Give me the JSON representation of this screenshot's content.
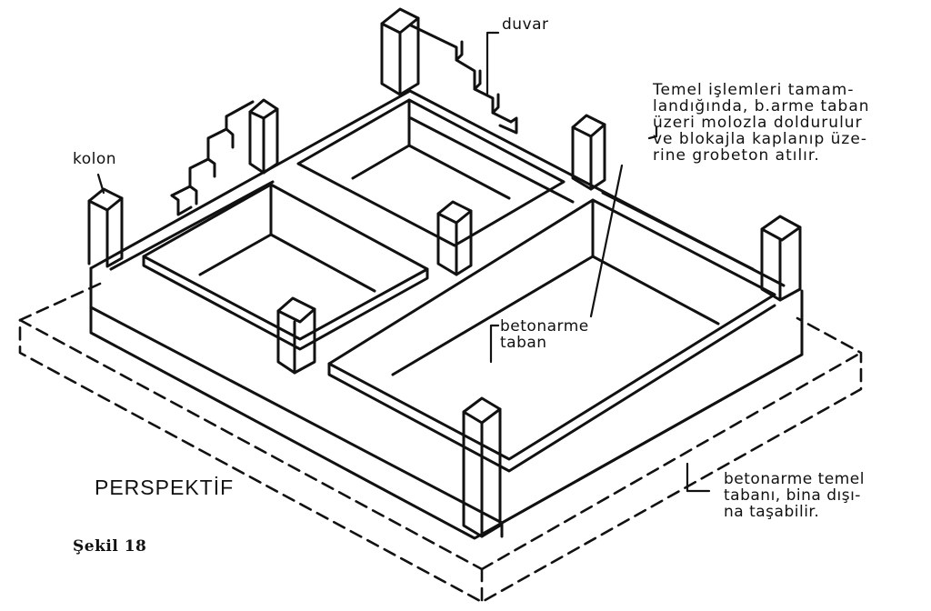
{
  "labels": {
    "duvar": "duvar",
    "kolon": "kolon",
    "note": "Temel işlemleri tamam-\nlandığında, b.arme taban\nüzeri molozla doldurulur\nve blokajla kaplanıp üze-\nrine grobeton atılır.",
    "betonarme_taban": "betonarme\ntaban",
    "temel_tabani": "betonarme temel\ntabanı, bina dışı-\nna taşabilir.",
    "view_title": "PERSPEKTİF",
    "figure_number": "Şekil 18"
  },
  "colors": {
    "ink": "#111111",
    "paper": "#ffffff"
  }
}
